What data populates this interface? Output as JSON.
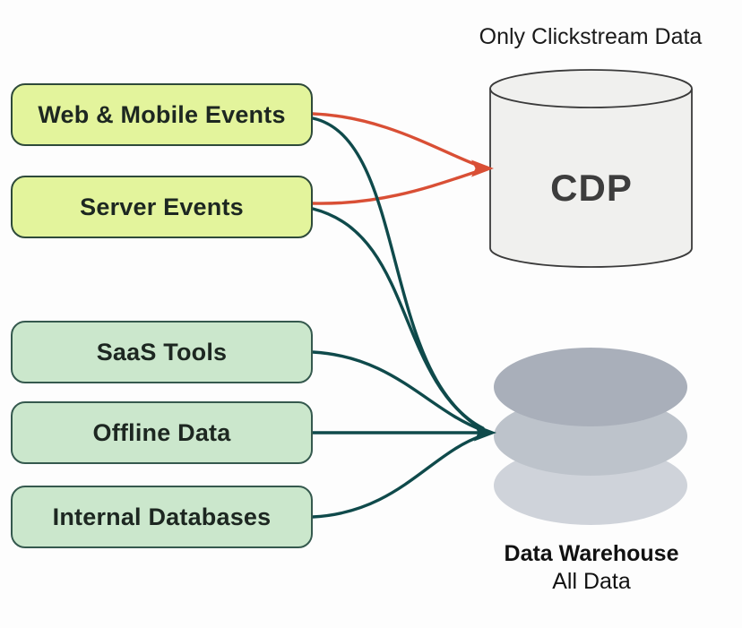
{
  "diagram": {
    "note_above_cdp": "Only Clickstream Data",
    "sources": [
      {
        "label": "Web & Mobile Events",
        "category": "clickstream"
      },
      {
        "label": "Server Events",
        "category": "clickstream"
      },
      {
        "label": "SaaS Tools",
        "category": "other"
      },
      {
        "label": "Offline Data",
        "category": "other"
      },
      {
        "label": "Internal Databases",
        "category": "other"
      }
    ],
    "cdp": {
      "label": "CDP"
    },
    "warehouse": {
      "label": "Data Warehouse",
      "sublabel": "All Data"
    },
    "colors": {
      "clickstream_box_fill": "#e3f49c",
      "clickstream_box_border": "#2e4a3a",
      "other_box_fill": "#cbe7cc",
      "other_box_border": "#35594e",
      "box_text": "#1d2721",
      "clickstream_arrow": "#d94f35",
      "all_data_arrow": "#0f4a4b",
      "cylinder_fill": "#f0f0ee",
      "cylinder_stroke": "#3a3a3a",
      "cdp_text": "#3d3d3d",
      "warehouse_disk_top": "#a9afba",
      "warehouse_disk_middle": "#bdc3cb",
      "warehouse_disk_bottom": "#cfd3da",
      "caption_text": "#111111"
    }
  }
}
